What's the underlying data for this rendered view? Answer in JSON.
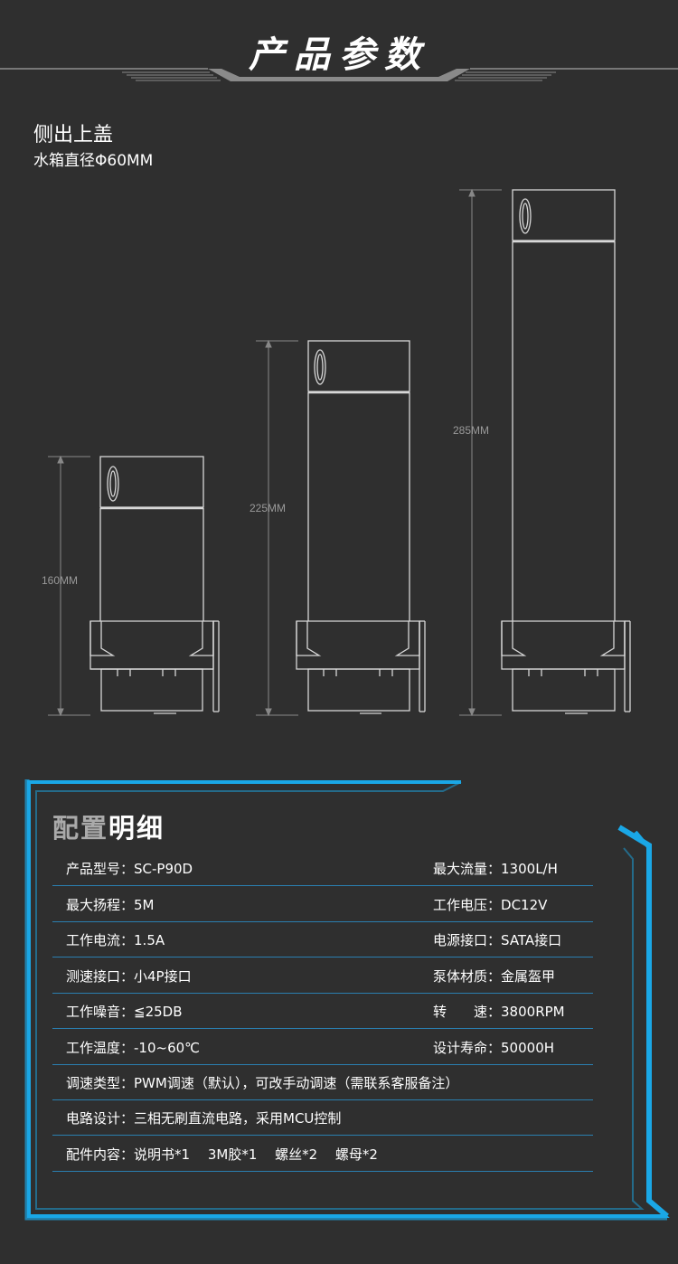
{
  "header": {
    "title": "产品参数"
  },
  "product": {
    "name": "侧出上盖",
    "tank": "水箱直径Φ60MM"
  },
  "dimensions": {
    "small": "160MM",
    "medium": "225MM",
    "large": "285MM"
  },
  "config": {
    "title_gray": "配置",
    "title_white": "明细",
    "rows": [
      {
        "l_label": "产品型号：",
        "l_value": "SC-P90D",
        "r_label": "最大流量：",
        "r_value": "1300L/H"
      },
      {
        "l_label": "最大扬程：",
        "l_value": "5M",
        "r_label": "工作电压：",
        "r_value": "DC12V"
      },
      {
        "l_label": "工作电流：",
        "l_value": "1.5A",
        "r_label": "电源接口：",
        "r_value": "SATA接口"
      },
      {
        "l_label": "测速接口：",
        "l_value": "小4P接口",
        "r_label": "泵体材质：",
        "r_value": "金属盔甲"
      },
      {
        "l_label": "工作噪音：",
        "l_value": "≦25DB",
        "r_label": "转　　速：",
        "r_value": "3800RPM"
      },
      {
        "l_label": "工作温度：",
        "l_value": "-10~60℃",
        "r_label": "设计寿命：",
        "r_value": "50000H"
      }
    ],
    "full_rows": [
      {
        "label": "调速类型：",
        "value": "PWM调速（默认），可改手动调速（需联系客服备注）"
      },
      {
        "label": "电路设计：",
        "value": "三相无刷直流电路，采用MCU控制"
      },
      {
        "label": "配件内容：",
        "value": "说明书*1　 3M胶*1　 螺丝*2　 螺母*2"
      }
    ]
  }
}
